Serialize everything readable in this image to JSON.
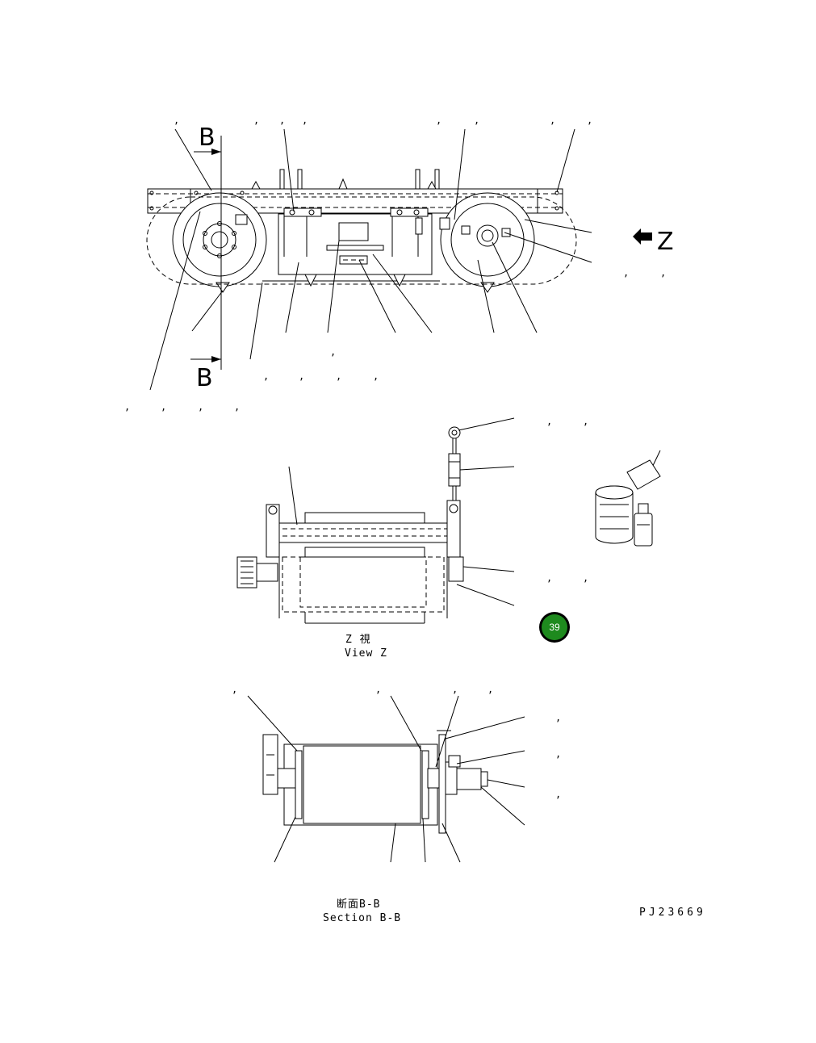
{
  "section_marks": {
    "b": "B"
  },
  "view_mark": {
    "z": "Z"
  },
  "view_z": {
    "jp": "Z 視",
    "en": "View Z"
  },
  "section_bb": {
    "jp": "断面B-B",
    "en": "Section B-B"
  },
  "drawing_no": "PJ23669",
  "badge": {
    "number": "39",
    "color": "#1e8a1e"
  },
  "comma": ","
}
